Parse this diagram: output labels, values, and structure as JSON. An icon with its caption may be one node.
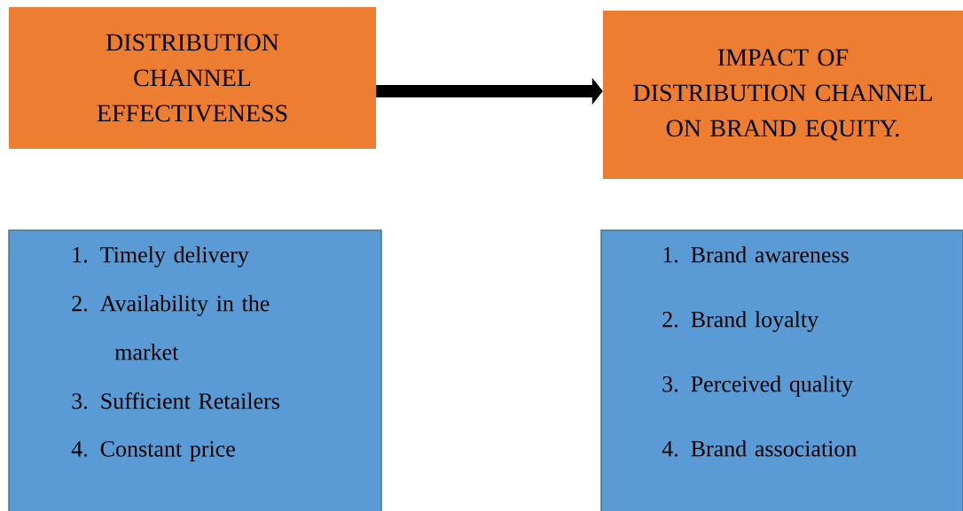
{
  "diagram": {
    "nodes": [
      {
        "text": [
          "DISTRIBUTION CHANNEL EFFECTIVENESS"
        ]
      },
      {
        "text": [
          "IMPACT OF DISTRIBUTION CHANNEL ON BRAND EQUITY."
        ]
      },
      {
        "text": [
          "1. Timely delivery",
          "2. Availability in the market",
          "3. Sufficient Retailers",
          "4. Constant price"
        ]
      },
      {
        "text": [
          "1. Brand awareness",
          "2. Brand loyalty",
          "3. Perceived quality",
          "4. Brand association"
        ]
      }
    ],
    "edges": [
      {
        "from": 0,
        "to": 1,
        "arrow": "to"
      }
    ]
  }
}
